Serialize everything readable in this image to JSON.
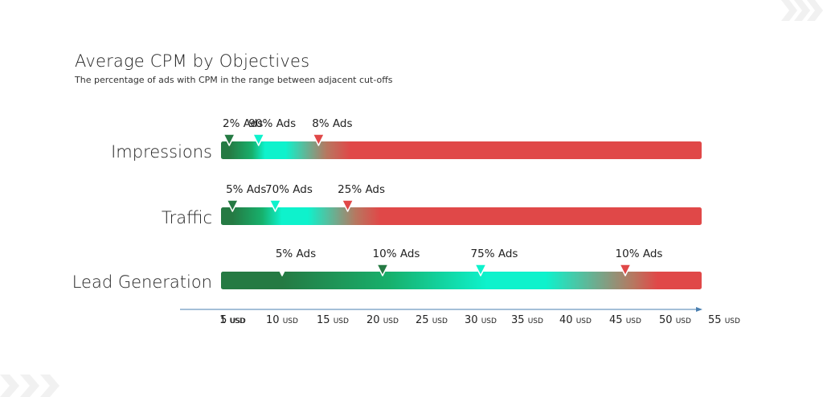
{
  "colors": {
    "dark_green": "#257a43",
    "mid_green": "#17b06c",
    "cyan": "#0ef2cc",
    "red": "#e04848",
    "axis": "#4a7fb0",
    "chevron": "#f2f2f2"
  },
  "chart_data": {
    "type": "range-bar",
    "title": "Average CPM by Objectives",
    "subtitle": "The percentage of ads with CPM in the range between adjacent cut-offs",
    "x_ticks": [
      1,
      5,
      10,
      15,
      20,
      25,
      30,
      35,
      40,
      45,
      50,
      55
    ],
    "x_unit": "USD",
    "xlim": [
      1,
      55
    ],
    "rows": [
      {
        "label": "Impressions",
        "markers": [
          {
            "x": 1.8,
            "label": "2% Ads",
            "color": "dark_green"
          },
          {
            "x": 7.6,
            "label": "90% Ads",
            "color": "cyan"
          },
          {
            "x": 13.6,
            "label": "8% Ads",
            "color": "red"
          }
        ]
      },
      {
        "label": "Traffic",
        "markers": [
          {
            "x": 4.5,
            "label": "5% Ads",
            "color": "dark_green"
          },
          {
            "x": 9.3,
            "label": "70% Ads",
            "color": "cyan"
          },
          {
            "x": 16.5,
            "label": "25% Ads",
            "color": "red"
          }
        ]
      },
      {
        "label": "Lead Generation",
        "markers": [
          {
            "x": 10.0,
            "label": "5% Ads",
            "color": "white"
          },
          {
            "x": 20.0,
            "label": "10% Ads",
            "color": "dark_green"
          },
          {
            "x": 30.0,
            "label": "75% Ads",
            "color": "cyan"
          },
          {
            "x": 45.0,
            "label": "10% Ads",
            "color": "red"
          }
        ]
      }
    ]
  }
}
